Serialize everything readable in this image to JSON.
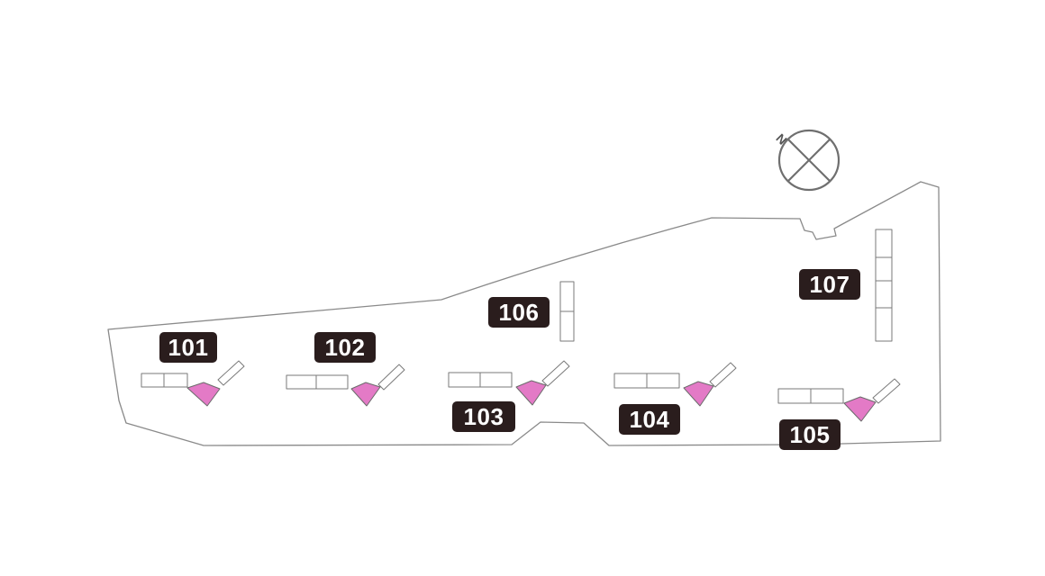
{
  "map": {
    "compass": {
      "north_label": "N"
    },
    "colors": {
      "highlight": "#e37ac6",
      "label_background": "#2a1d1d",
      "label_text": "#ffffff",
      "outline": "#8a8a8a"
    },
    "buildings": [
      {
        "id": "101",
        "label": "101"
      },
      {
        "id": "102",
        "label": "102"
      },
      {
        "id": "103",
        "label": "103"
      },
      {
        "id": "104",
        "label": "104"
      },
      {
        "id": "105",
        "label": "105"
      },
      {
        "id": "106",
        "label": "106"
      },
      {
        "id": "107",
        "label": "107"
      }
    ]
  }
}
